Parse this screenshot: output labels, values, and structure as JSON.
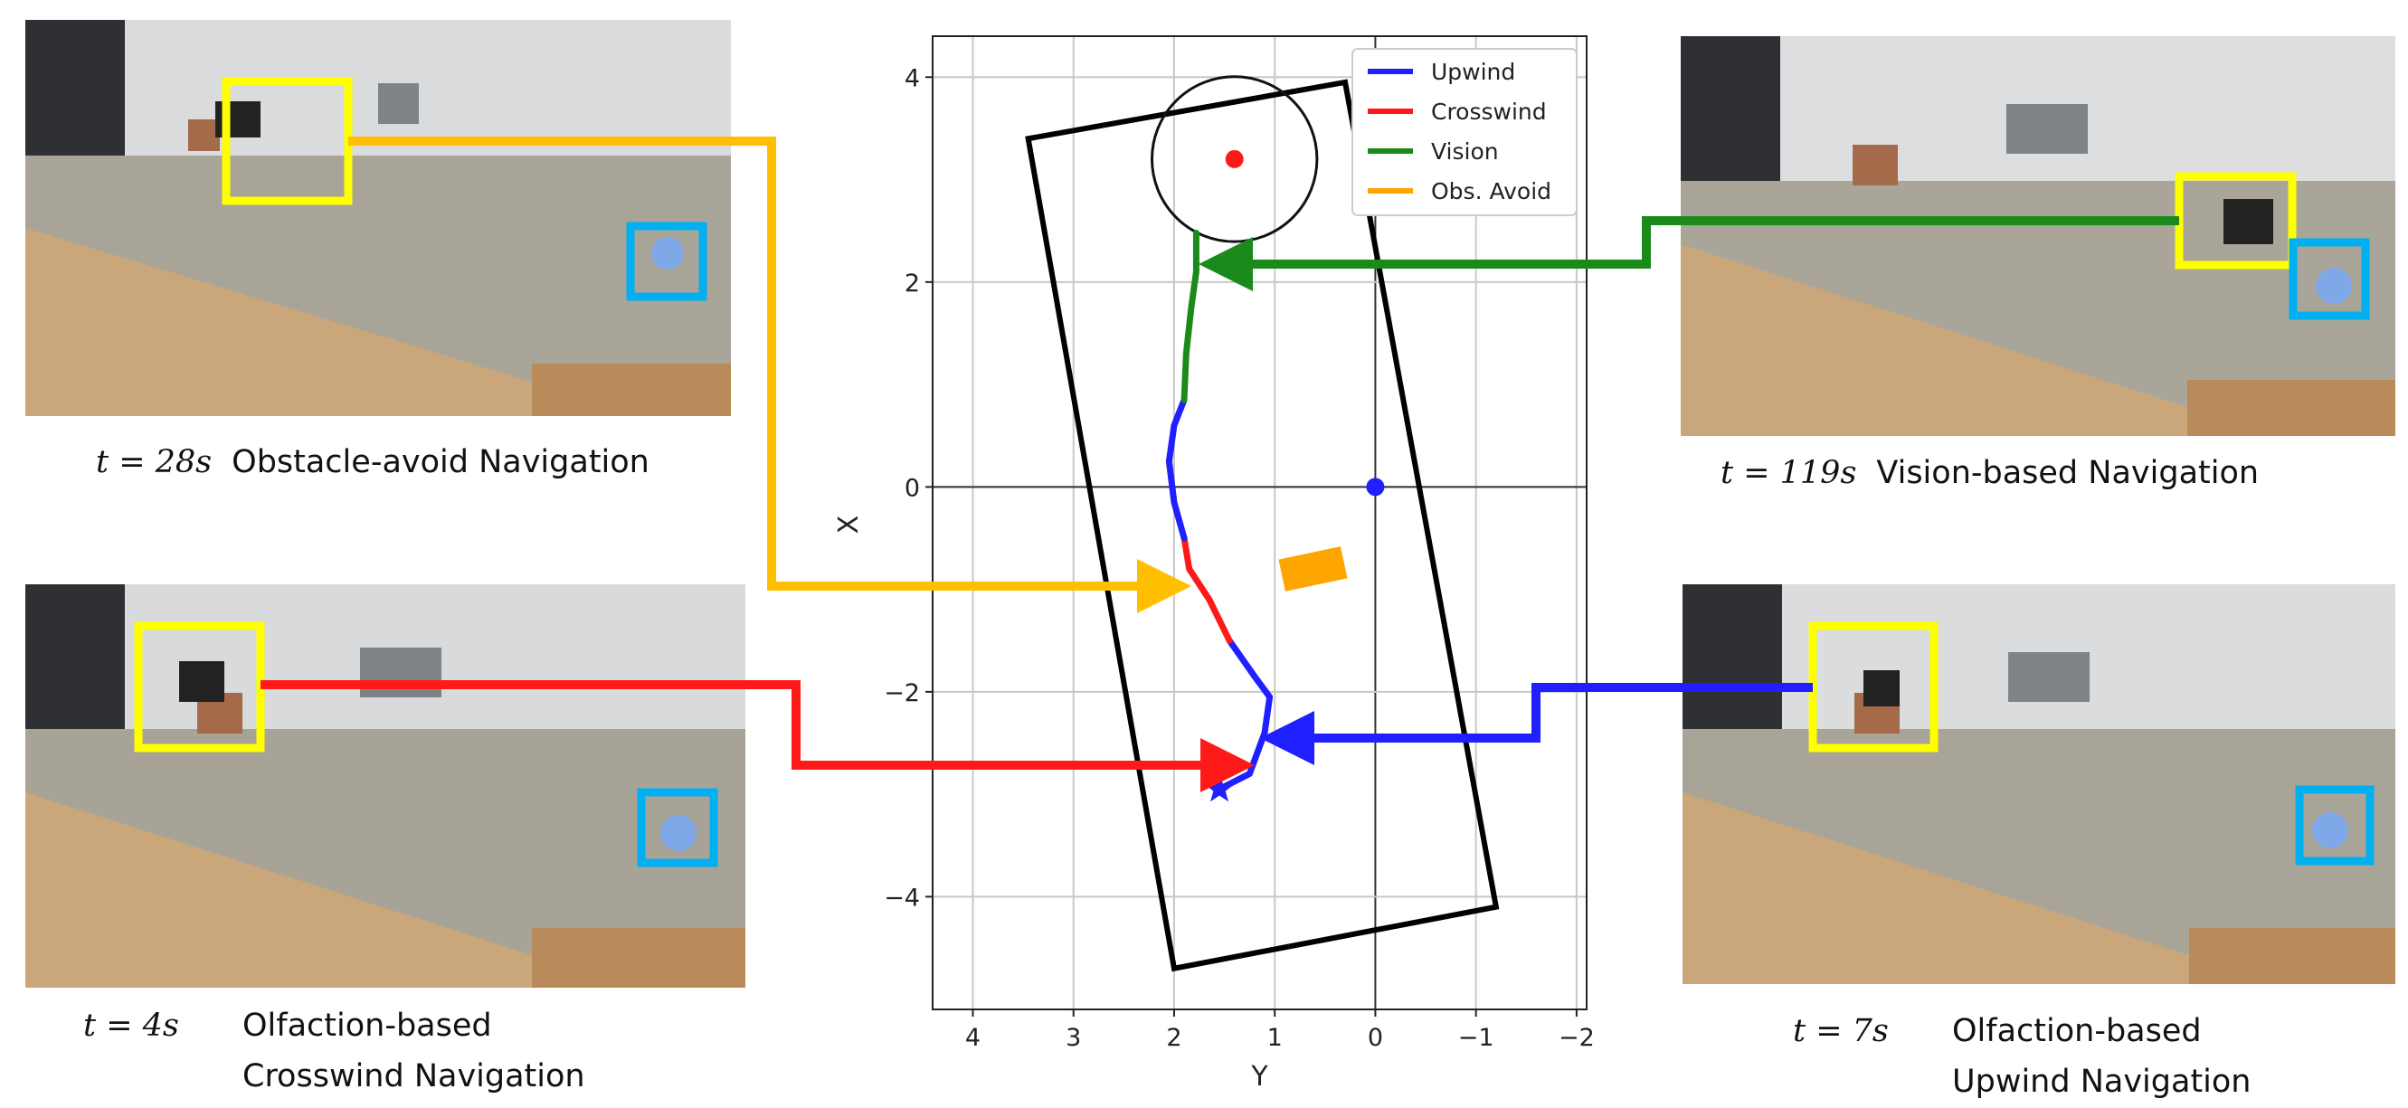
{
  "panels": {
    "obstacle": {
      "time": "t = 28s",
      "label": "Obstacle-avoid Navigation"
    },
    "vision": {
      "time": "t = 119s",
      "label": "Vision-based Navigation"
    },
    "crosswind": {
      "time": "t = 4s",
      "label_line1": "Olfaction-based",
      "label_line2": "Crosswind Navigation"
    },
    "upwind": {
      "time": "t = 7s",
      "label_line1": "Olfaction-based",
      "label_line2": "Upwind Navigation"
    }
  },
  "colors": {
    "upwind": "#1f1fff",
    "crosswind": "#ff1a1a",
    "vision": "#1a8a1a",
    "obstacle_avoid": "#ffa500",
    "arrow_orange": "#ffbf00",
    "robot_box": "#ffff00",
    "source_box": "#00b0f0"
  },
  "chart_data": {
    "type": "line",
    "xlabel": "Y",
    "ylabel": "X",
    "xlim": [
      4.4,
      -2.1
    ],
    "ylim": [
      -5.1,
      4.4
    ],
    "x_ticks": [
      4,
      3,
      2,
      1,
      0,
      -1,
      -2
    ],
    "y_ticks": [
      4,
      2,
      0,
      -2,
      -4
    ],
    "x_tick_labels": [
      "4",
      "3",
      "2",
      "1",
      "0",
      "−1",
      "−2"
    ],
    "y_tick_labels": [
      "4",
      "2",
      "0",
      "−2",
      "−4"
    ],
    "grid": true,
    "legend_position": "top-right",
    "legend": [
      "Upwind",
      "Crosswind",
      "Vision",
      "Obs. Avoid"
    ],
    "arena_corners": [
      [
        3.45,
        3.4
      ],
      [
        0.3,
        3.95
      ],
      [
        -1.2,
        -4.1
      ],
      [
        2.0,
        -4.7
      ]
    ],
    "goal_circle": {
      "center": [
        1.4,
        3.2
      ],
      "radius": 0.82
    },
    "goal_point": [
      1.4,
      3.2
    ],
    "origin_point": [
      0,
      0
    ],
    "start_point": [
      1.55,
      -2.95
    ],
    "obstacle": {
      "center": [
        0.62,
        -0.8
      ]
    },
    "trajectory": [
      {
        "mode": "upwind",
        "points": [
          [
            1.55,
            -2.95
          ],
          [
            1.25,
            -2.8
          ],
          [
            1.1,
            -2.4
          ],
          [
            1.05,
            -2.05
          ],
          [
            1.2,
            -1.85
          ],
          [
            1.45,
            -1.5
          ]
        ]
      },
      {
        "mode": "crosswind",
        "points": [
          [
            1.45,
            -1.5
          ],
          [
            1.65,
            -1.1
          ],
          [
            1.85,
            -0.8
          ],
          [
            1.9,
            -0.5
          ]
        ]
      },
      {
        "mode": "upwind",
        "points": [
          [
            1.9,
            -0.5
          ],
          [
            2.0,
            -0.15
          ],
          [
            2.05,
            0.25
          ],
          [
            2.0,
            0.6
          ],
          [
            1.9,
            0.85
          ]
        ]
      },
      {
        "mode": "vision",
        "points": [
          [
            1.9,
            0.85
          ],
          [
            1.88,
            1.3
          ],
          [
            1.83,
            1.75
          ],
          [
            1.78,
            2.1
          ],
          [
            1.78,
            2.48
          ]
        ]
      }
    ]
  }
}
